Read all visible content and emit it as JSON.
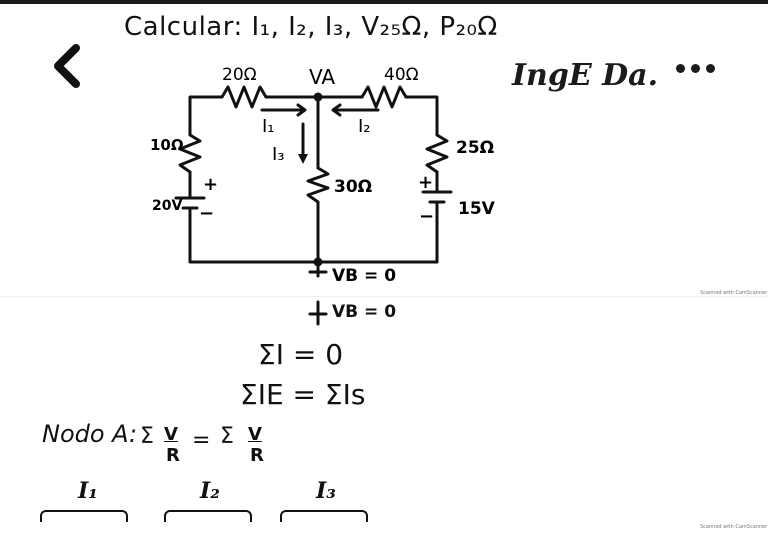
{
  "header": {
    "title": "Calcular: I₁, I₂, I₃, V₂₅Ω, P₂₀Ω",
    "brand": "IngE Da.",
    "back_icon": "chevron-left-icon",
    "more_icon": "more-options-icon"
  },
  "circuit": {
    "r_top_left": "20Ω",
    "node_label": "VA",
    "r_top_right": "40Ω",
    "r_left": "10Ω",
    "r_right": "25Ω",
    "r_middle": "30Ω",
    "src_left": "20V",
    "src_right": "15V",
    "i1": "I₁",
    "i2": "I₂",
    "i3": "I₃",
    "ground_label": "VB = 0",
    "plus": "+",
    "minus": "−"
  },
  "watermark": "Scanned with CamScanner",
  "notes": {
    "ground_repeat": "VB = 0",
    "kcl_1": "ΣI = 0",
    "kcl_2": "ΣIE = ΣIs",
    "nodo_label": "Nodo A:",
    "nodo_eq_left": "Σ",
    "nodo_eq_right": "Σ",
    "frac_top": "V",
    "frac_bottom": "R",
    "equals": "=",
    "bottom_i1": "I₁",
    "bottom_i2": "I₂",
    "bottom_i3": "I₃"
  }
}
